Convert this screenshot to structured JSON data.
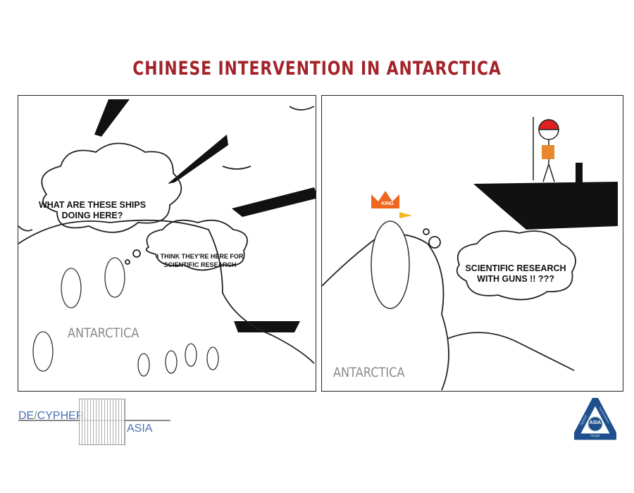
{
  "title": "CHINESE INTERVENTION IN ANTARCTICA",
  "colors": {
    "title": "#a3232a",
    "ships": "#111111",
    "crown": "#f0651e",
    "helmet": "#e02020",
    "logo_blue": "#4a6fb5",
    "seal_blue": "#1f4f8c"
  },
  "panel_left": {
    "bubble_1": "WHAT ARE THESE SHIPS DOING HERE?",
    "bubble_2": "I THINK THEY'RE HERE FOR SCIENTIFIC RESEARCH",
    "label": "ANTARCTICA"
  },
  "panel_right": {
    "crown_text": "KING",
    "bubble": "SCIENTIFIC RESEARCH WITH GUNS !! ???",
    "label": "ANTARCTICA"
  },
  "footer": {
    "logo_left": {
      "part1": "DE",
      "slash": "/",
      "part2": "CYPHER",
      "part3": "ASIA"
    },
    "seal": {
      "center": "ASIA",
      "ring": [
        "Applied",
        "Interdisciplinary",
        "Insight"
      ]
    }
  }
}
